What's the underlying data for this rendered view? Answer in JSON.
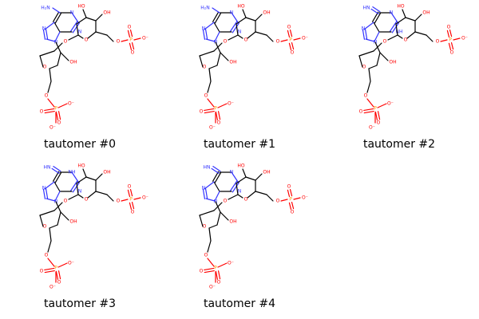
{
  "colors": {
    "bond": "#000000",
    "nitrogen": "#3333ff",
    "oxygen": "#ff0000",
    "phosphorus": "#ff9900"
  },
  "atom_labels": {
    "amine": "H₂N",
    "imine": "HN",
    "ring_n": "N",
    "ring_nh": "NH",
    "hydroxyl_left": "HO",
    "hydroxyl_right": "OH",
    "oxygen": "O",
    "phosphorus": "P",
    "oxide": "O⁻"
  },
  "tautomers": [
    {
      "label": "tautomer #0",
      "form": "amino",
      "nh_on_ring": false
    },
    {
      "label": "tautomer #1",
      "form": "amino",
      "nh_on_ring": false
    },
    {
      "label": "tautomer #2",
      "form": "imino",
      "nh_on_ring": "right"
    },
    {
      "label": "tautomer #3",
      "form": "imino",
      "nh_on_ring": "top"
    },
    {
      "label": "tautomer #4",
      "form": "imino",
      "nh_on_ring": false
    }
  ]
}
